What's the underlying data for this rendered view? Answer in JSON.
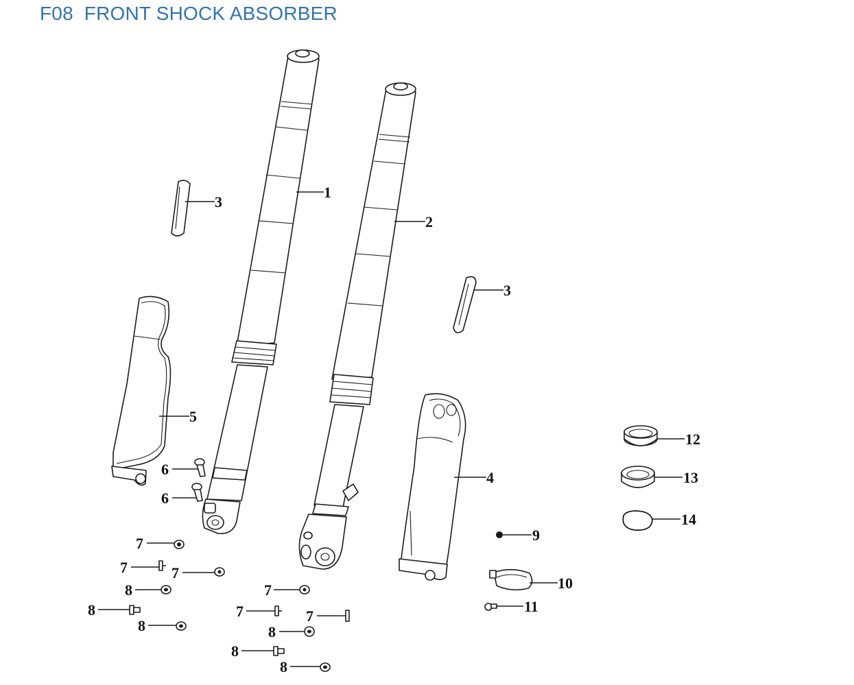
{
  "title": "F08  FRONT SHOCK ABSORBER",
  "callouts": {
    "c1": "1",
    "c2": "2",
    "c3a": "3",
    "c3b": "3",
    "c4": "4",
    "c5": "5",
    "c6a": "6",
    "c6b": "6",
    "c7a": "7",
    "c7b": "7",
    "c7c": "7",
    "c7d": "7",
    "c7e": "7",
    "c7f": "7",
    "c8a": "8",
    "c8b": "8",
    "c8c": "8",
    "c8d": "8",
    "c8e": "8",
    "c8f": "8",
    "c9": "9",
    "c10": "10",
    "c11": "11",
    "c12": "12",
    "c13": "13",
    "c14": "14"
  }
}
